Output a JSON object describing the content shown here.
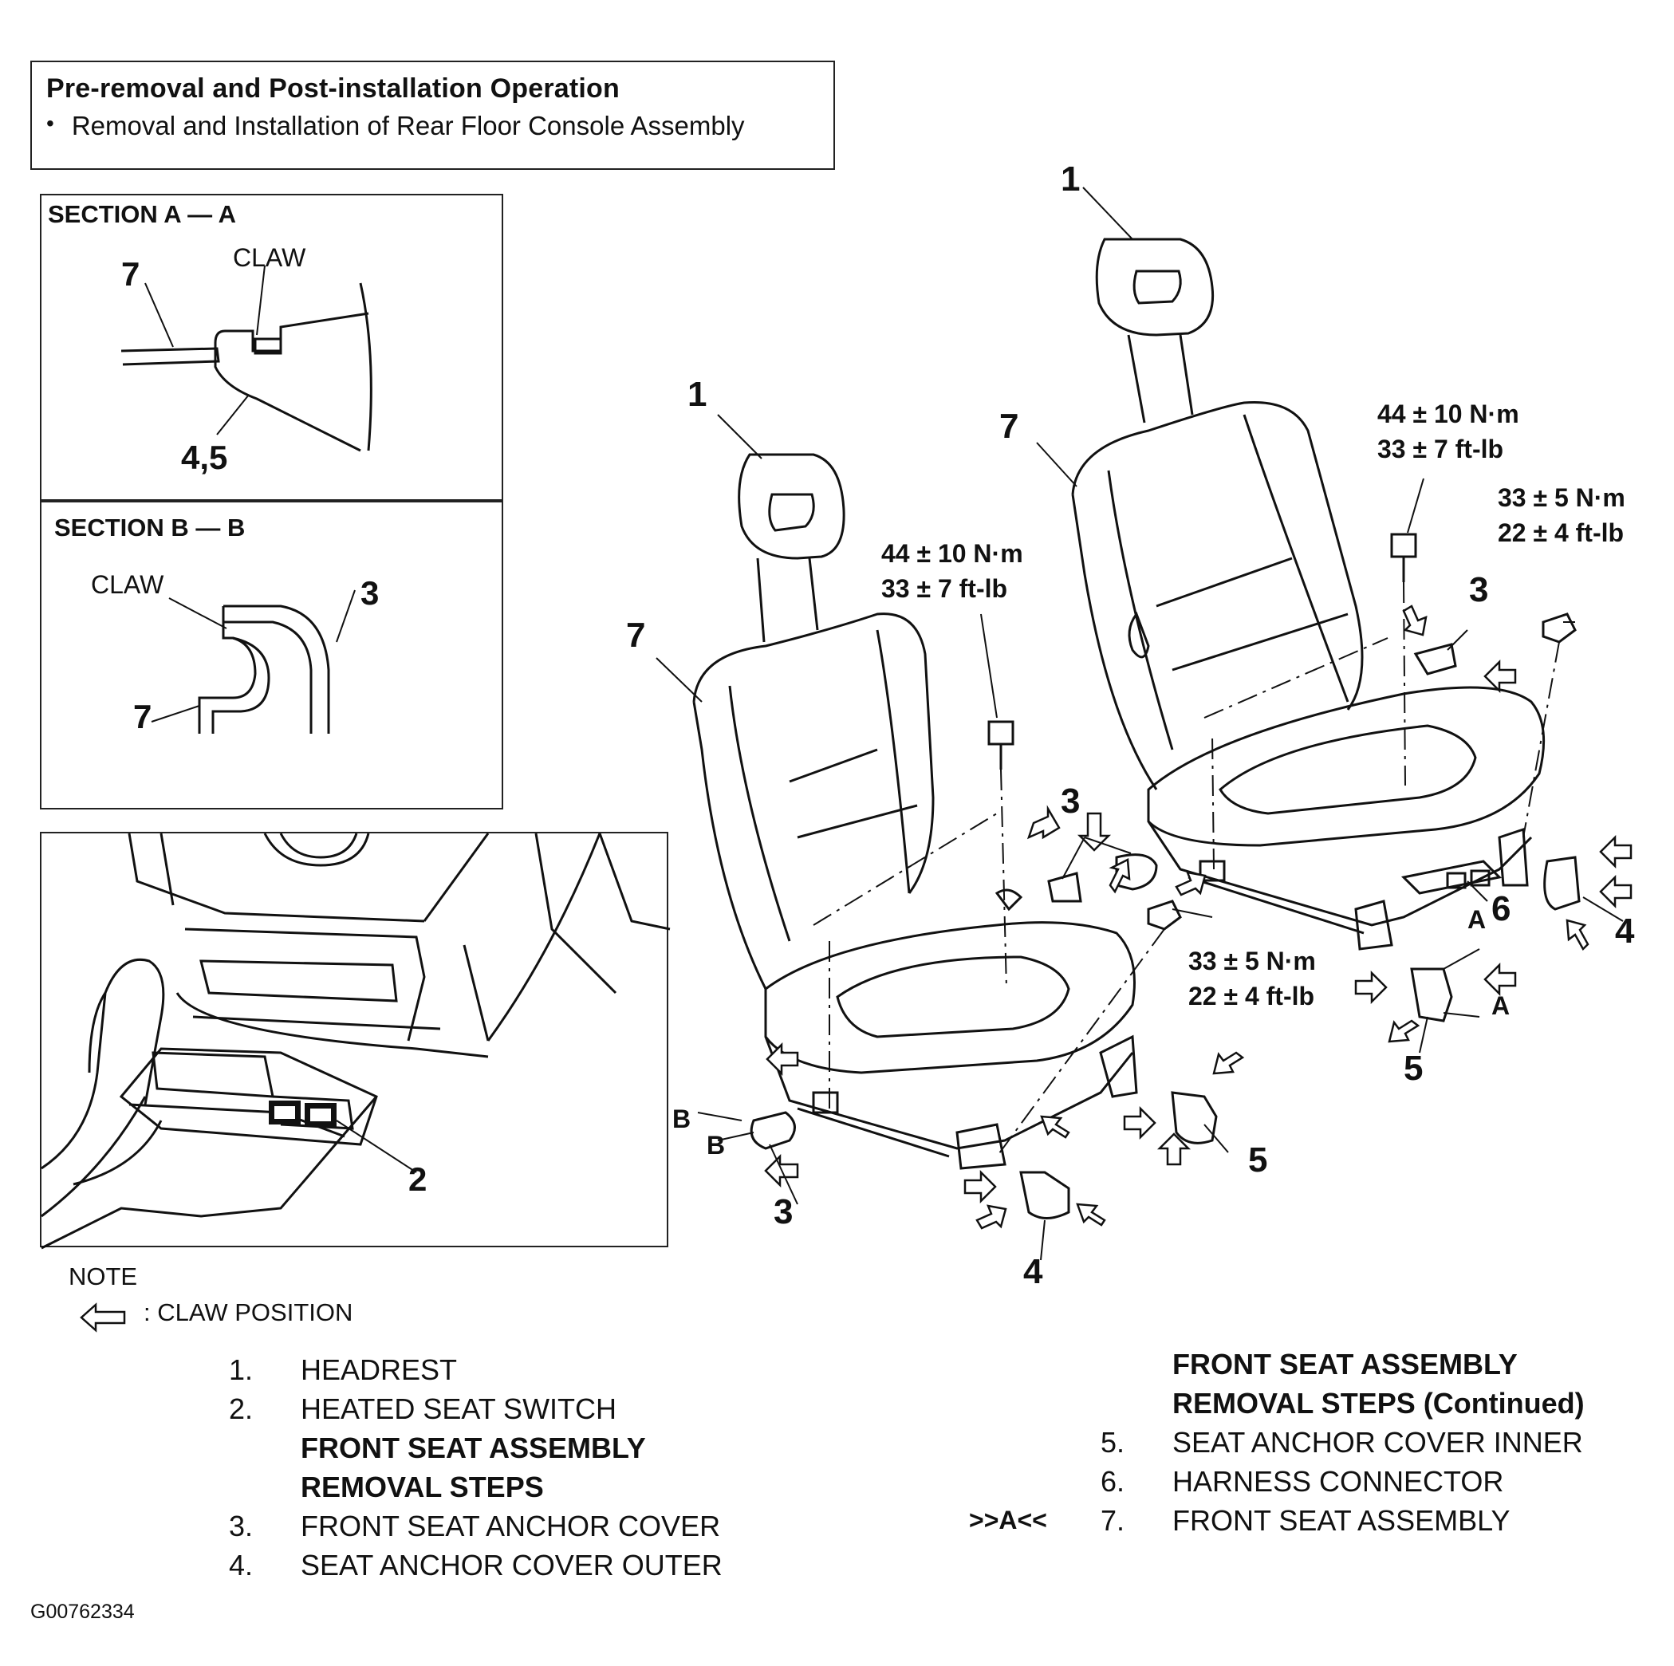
{
  "pre_removal": {
    "title": "Pre-removal and Post-installation Operation",
    "bullet": "•",
    "item": "Removal and Installation of Rear Floor Console Assembly"
  },
  "section_a": {
    "title": "SECTION A — A",
    "claw_label": "CLAW",
    "callout_7": "7",
    "callout_45": "4,5"
  },
  "section_b": {
    "title": "SECTION B — B",
    "claw_label": "CLAW",
    "callout_3": "3",
    "callout_7": "7"
  },
  "console": {
    "callout_2": "2"
  },
  "main_callouts": {
    "left_seat": {
      "headrest": "1",
      "seat": "7",
      "anchor_cover": "3",
      "anchor_cover_bottom": "3",
      "outer_cover": "4",
      "inner_cover": "5",
      "section_b_letter_1": "B",
      "section_b_letter_2": "B"
    },
    "right_seat": {
      "headrest": "1",
      "seat": "7",
      "anchor_cover": "3",
      "outer_cover": "4",
      "inner_cover": "5",
      "connector": "6",
      "section_a_letter_1": "A",
      "section_a_letter_2": "A"
    }
  },
  "torques": {
    "left_bolt": {
      "nm": "44 ± 10 N·m",
      "ftlb": "33 ± 7 ft-lb"
    },
    "center_nut": {
      "nm": "33 ± 5 N·m",
      "ftlb": "22 ± 4 ft-lb"
    },
    "right_bolt": {
      "nm": "44 ± 10 N·m",
      "ftlb": "33 ± 7 ft-lb"
    },
    "right_nut": {
      "nm": "33 ± 5 N·m",
      "ftlb": "22 ± 4 ft-lb"
    }
  },
  "note": {
    "title": "NOTE",
    "claw_position": ": CLAW POSITION"
  },
  "legend_left": [
    {
      "num": "1.",
      "text": "HEADREST",
      "bold": false
    },
    {
      "num": "2.",
      "text": "HEATED SEAT SWITCH",
      "bold": false
    },
    {
      "num": "",
      "text": "FRONT SEAT ASSEMBLY",
      "bold": true
    },
    {
      "num": "",
      "text": "REMOVAL STEPS",
      "bold": true
    },
    {
      "num": "3.",
      "text": "FRONT SEAT ANCHOR COVER",
      "bold": false
    },
    {
      "num": "4.",
      "text": "SEAT ANCHOR COVER OUTER",
      "bold": false
    }
  ],
  "legend_right": [
    {
      "prefix": "",
      "num": "",
      "text": "FRONT SEAT ASSEMBLY",
      "bold": true
    },
    {
      "prefix": "",
      "num": "",
      "text": "REMOVAL STEPS (Continued)",
      "bold": true
    },
    {
      "prefix": "",
      "num": "5.",
      "text": "SEAT ANCHOR COVER INNER",
      "bold": false
    },
    {
      "prefix": "",
      "num": "6.",
      "text": "HARNESS CONNECTOR",
      "bold": false
    },
    {
      "prefix": ">>A<<",
      "num": "7.",
      "text": "FRONT SEAT ASSEMBLY",
      "bold": false
    }
  ],
  "reference": "G00762334"
}
